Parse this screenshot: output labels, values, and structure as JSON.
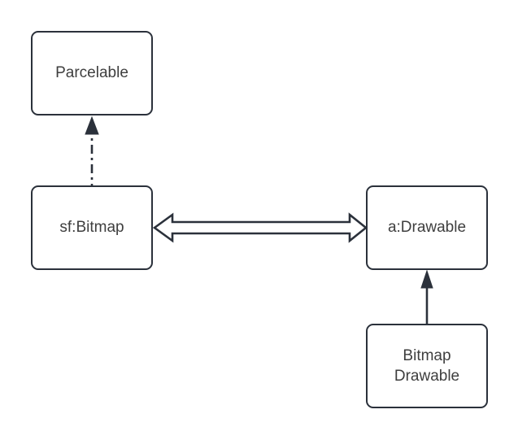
{
  "diagram": {
    "nodes": {
      "parcelable": {
        "label": "Parcelable"
      },
      "sf_bitmap": {
        "label": "sf:Bitmap"
      },
      "a_drawable": {
        "label": "a:Drawable"
      },
      "bitmap_drawable": {
        "label": "Bitmap\nDrawable"
      }
    },
    "edges": [
      {
        "from": "sf_bitmap",
        "to": "parcelable",
        "line_style": "dash-dot",
        "arrowhead": "filled-triangle",
        "arrowhead_at": "parcelable"
      },
      {
        "from": "sf_bitmap",
        "to": "a_drawable",
        "line_style": "hollow-shaft",
        "arrowhead": "hollow-triangle-both-ends",
        "arrowhead_at": "both"
      },
      {
        "from": "bitmap_drawable",
        "to": "a_drawable",
        "line_style": "solid",
        "arrowhead": "filled-triangle",
        "arrowhead_at": "a_drawable"
      }
    ]
  },
  "colors": {
    "background": "#ffffff",
    "node_fill": "#ffffff",
    "stroke": "#2b313b",
    "text": "#3e3e3e"
  }
}
